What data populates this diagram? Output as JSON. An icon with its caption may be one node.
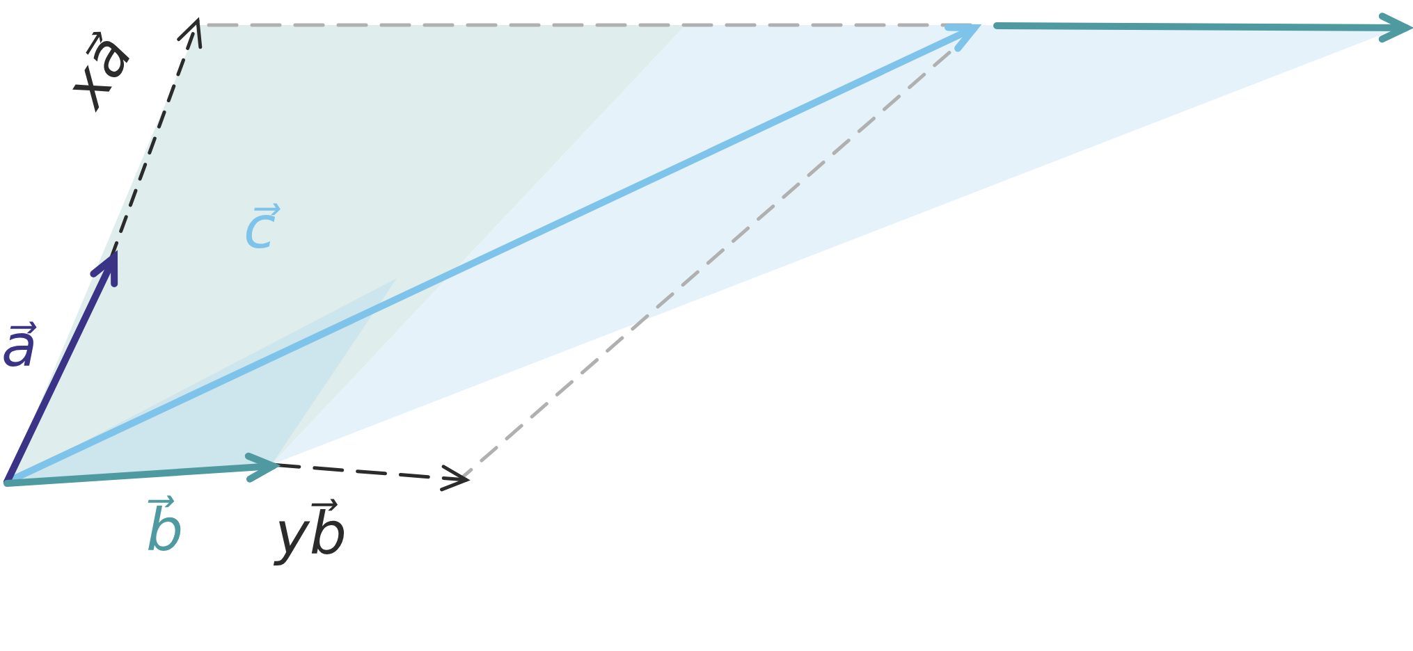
{
  "diagram": {
    "labels": [
      "a⃗",
      "xa⃗",
      "c⃗",
      "b⃗",
      "yb⃗"
    ]
  }
}
